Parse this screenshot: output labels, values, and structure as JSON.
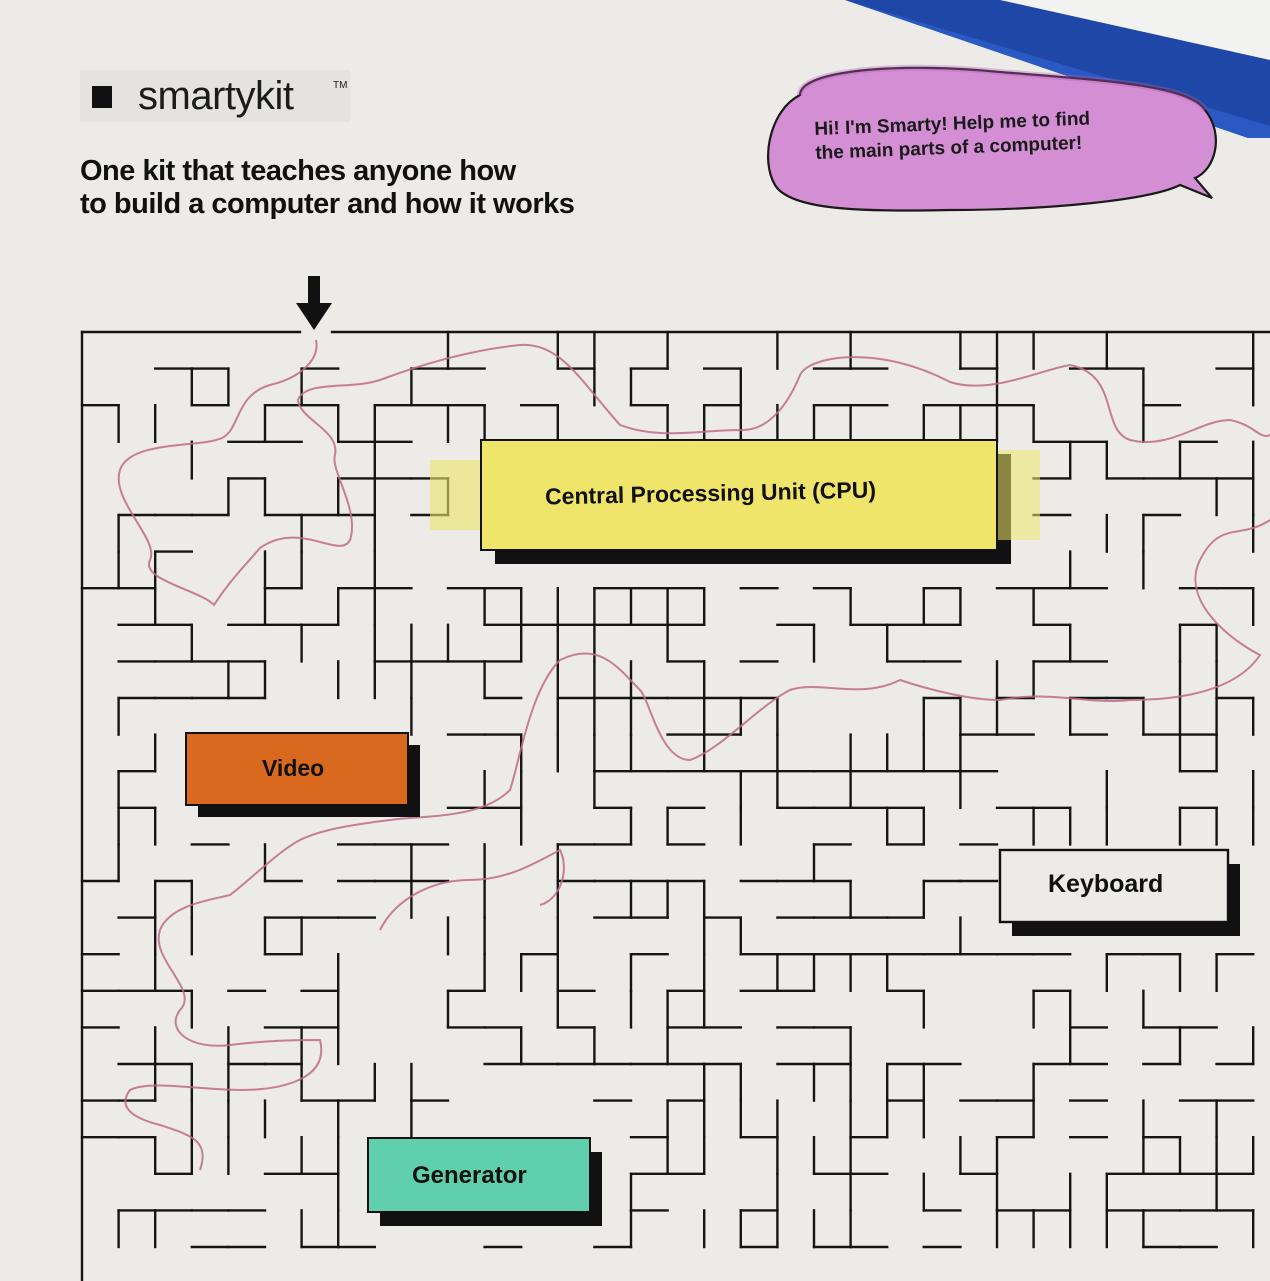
{
  "brand": {
    "name": "smartykit",
    "tm": "TM"
  },
  "tagline": {
    "line1": "One kit that teaches anyone how",
    "line2": "to build a computer and how it works"
  },
  "bubble": {
    "line1": "Hi! I'm Smarty! Help me to find",
    "line2": "the main parts of a computer!"
  },
  "maze": {
    "labels": {
      "cpu": "Central Processing Unit (CPU)",
      "video": "Video",
      "keyboard": "Keyboard",
      "generator": "Generator"
    },
    "colors": {
      "cpu": "#efe56a",
      "video": "#d9691f",
      "keyboard": "#ecebe7",
      "generator": "#5fcfae",
      "bubble": "#c86fc8",
      "pencil": "#1f47a8",
      "path": "#c06a8a",
      "ink": "#111111"
    }
  }
}
